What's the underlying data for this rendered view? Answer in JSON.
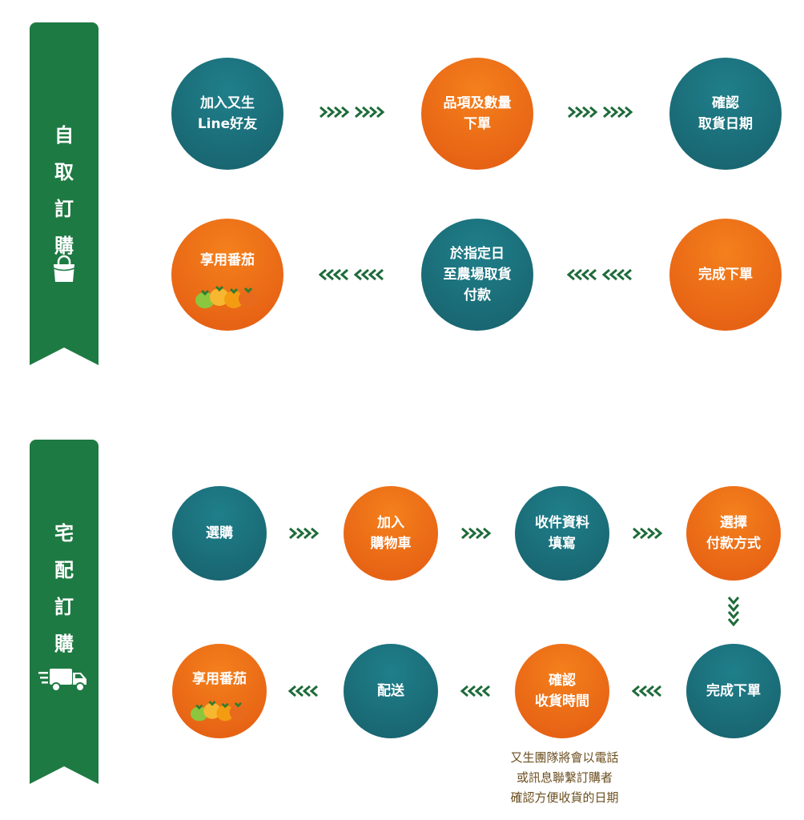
{
  "pickup": {
    "title_chars": [
      "自",
      "取",
      "訂",
      "購"
    ],
    "icon": "shopping-bag-icon",
    "steps": [
      {
        "label": "加入又生\nLine好友",
        "color": "teal"
      },
      {
        "label": "品項及數量\n下單",
        "color": "orange"
      },
      {
        "label": "確認\n取貨日期",
        "color": "teal"
      },
      {
        "label": "完成下單",
        "color": "orange"
      },
      {
        "label": "於指定日\n至農場取貨\n付款",
        "color": "teal"
      },
      {
        "label": "享用番茄",
        "color": "orange"
      }
    ]
  },
  "delivery": {
    "title_chars": [
      "宅",
      "配",
      "訂",
      "購"
    ],
    "icon": "delivery-truck-icon",
    "steps": [
      {
        "label": "選購",
        "color": "teal"
      },
      {
        "label": "加入\n購物車",
        "color": "orange"
      },
      {
        "label": "收件資料\n填寫",
        "color": "teal"
      },
      {
        "label": "選擇\n付款方式",
        "color": "orange"
      },
      {
        "label": "完成下單",
        "color": "teal"
      },
      {
        "label": "確認\n收貨時間",
        "color": "orange"
      },
      {
        "label": "配送",
        "color": "teal"
      },
      {
        "label": "享用番茄",
        "color": "orange"
      }
    ],
    "note": "又生團隊將會以電話\n或訊息聯繫訂購者\n確認方便收貨的日期"
  },
  "colors": {
    "banner": "#1e7a43",
    "teal": "#17606b",
    "orange": "#e8641a",
    "arrow": "#1e6b3a",
    "note": "#6b4e1f"
  }
}
